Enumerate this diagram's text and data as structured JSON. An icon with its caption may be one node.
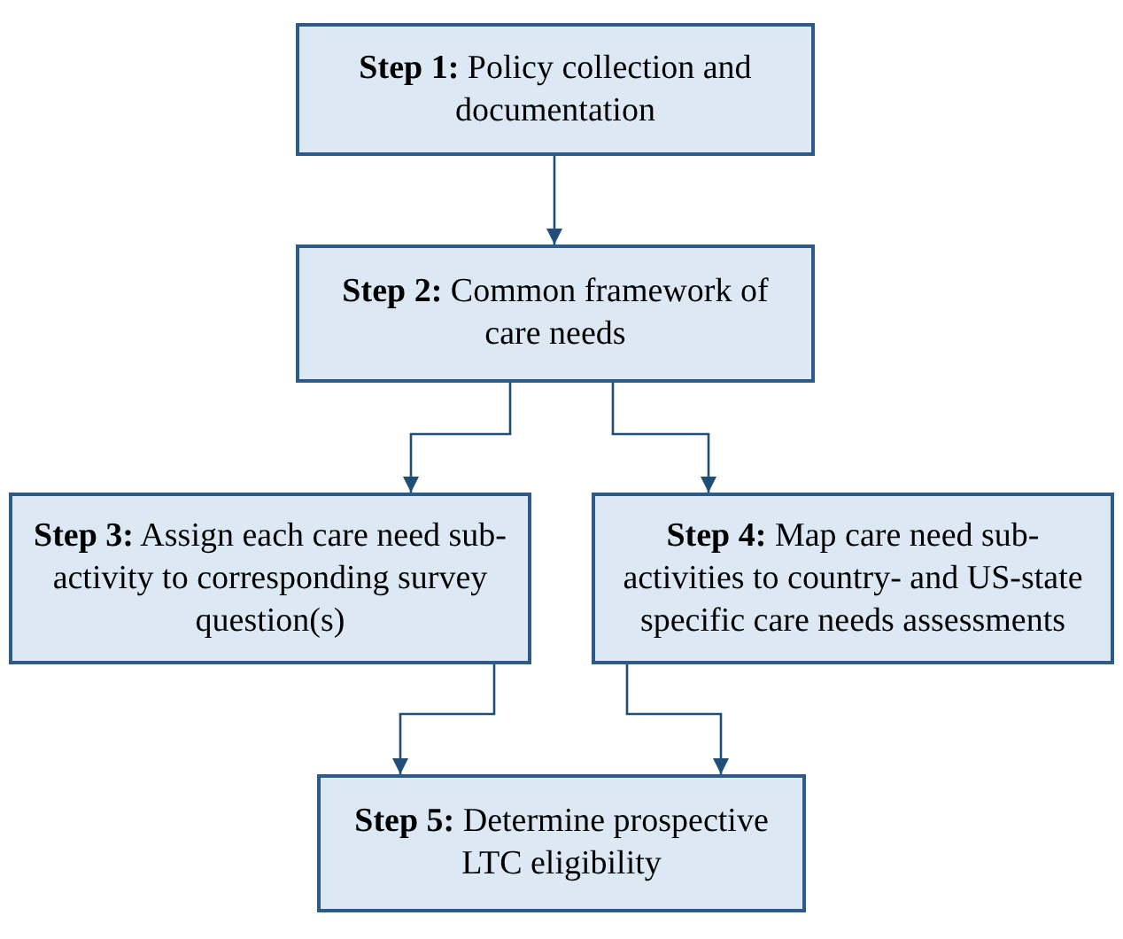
{
  "diagram": {
    "nodes": [
      {
        "text": [
          "**Step 1:** Policy collection and documentation"
        ]
      },
      {
        "text": [
          "**Step 2:** Common framework of care needs"
        ]
      },
      {
        "text": [
          "**Step 3:** Assign each care need sub-activity to corresponding survey question(s)"
        ]
      },
      {
        "text": [
          "**Step 4:** Map care need sub-activities to country- and US-state specific care needs assessments"
        ]
      },
      {
        "text": [
          "**Step 5:** Determine prospective LTC eligibility"
        ]
      }
    ],
    "edges": [
      {
        "from": 0,
        "to": 1,
        "arrow": "to"
      },
      {
        "from": 1,
        "to": 2,
        "arrow": "to"
      },
      {
        "from": 1,
        "to": 3,
        "arrow": "to"
      },
      {
        "from": 2,
        "to": 4,
        "arrow": "to"
      },
      {
        "from": 3,
        "to": 4,
        "arrow": "to"
      }
    ]
  }
}
